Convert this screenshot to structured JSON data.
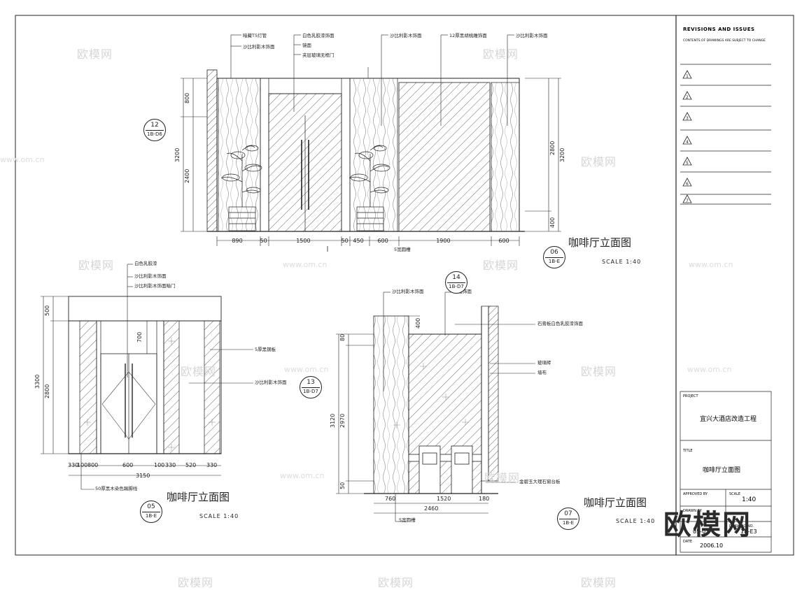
{
  "revisions": {
    "header": "REVISIONS AND ISSUES",
    "sub": "CONTENTS OF DRAWINGS ARE SUBJECT TO CHANGE",
    "marks": [
      "1",
      "2",
      "3",
      "4",
      "5",
      "6",
      "7"
    ]
  },
  "titleblock": {
    "project_label": "PROJECT",
    "project_name": "宜兴大酒店改造工程",
    "title_label": "TITLE",
    "title_name": "咖啡厅立面图",
    "approved_label": "APPROVED BY",
    "scale_label": "SCALE",
    "scale_value": "1:40",
    "drawn_label": "DRAWN BY",
    "sheet_label": "DRAWING NO.",
    "drawn_value": "05-03",
    "sheet_value": "1B-E3",
    "date_label": "DATE",
    "date_value": "2006.10"
  },
  "elev06": {
    "title": "咖啡厅立面图",
    "scale": "SCALE  1:40",
    "ref_num": "06",
    "ref_sheet": "1B-E",
    "callout_num": "12",
    "callout_sheet": "1B-D6",
    "labels": [
      "暗藏T5灯管",
      "沙比利影木饰面",
      "白色乳胶漆饰面",
      "镜面",
      "夹层玻璃无框门",
      "沙比利影木饰面",
      "12厚黑胡桃雕饰面",
      "沙比利影木饰面"
    ],
    "bottom_dims": [
      "890",
      "50",
      "1500",
      "50",
      "450",
      "600",
      "1900",
      "600"
    ],
    "left_dims": [
      "800",
      "3200",
      "2400"
    ],
    "right_dims": [
      "2800",
      "3200",
      "400"
    ],
    "bottom_note": "5宽圆槽"
  },
  "elev05": {
    "title": "咖啡厅立面图",
    "scale": "SCALE  1:40",
    "ref_num": "05",
    "ref_sheet": "1B-E",
    "labels_top": [
      "白色乳胶漆",
      "沙比利影木饰面",
      "沙比利影木饰面暗门"
    ],
    "labels_right": [
      "5厚黑钢板",
      "沙比利影木饰面"
    ],
    "bottom_dims": [
      "330",
      "100",
      "800",
      "600",
      "100",
      "330",
      "520",
      "330"
    ],
    "total_dim": "3150",
    "left_dims": [
      "500",
      "3300",
      "2800"
    ],
    "inner_dim": "700",
    "bottom_note": "50厚黑木染色踢脚线"
  },
  "elev07": {
    "title": "咖啡厅立面图",
    "scale": "SCALE  1:40",
    "ref_num": "07",
    "ref_sheet": "1B-E",
    "callout_top_num": "14",
    "callout_top_sheet": "1B-D7",
    "callout_left_num": "13",
    "callout_left_sheet": "1B-D7",
    "labels_top": [
      "沙比利影木饰面",
      "镜面饰面"
    ],
    "labels_right": [
      "石膏板白色乳胶漆饰面",
      "玻璃砖",
      "墙布",
      "金碧玉大理石窗台板"
    ],
    "top_dim": "400",
    "left_dims": [
      "3120",
      "2970",
      "80",
      "50"
    ],
    "bottom_dims": [
      "760",
      "1520",
      "180"
    ],
    "total_dim": "2460",
    "bottom_note": "5宽圆槽"
  },
  "watermarks": {
    "text": "欧模网",
    "url": "www.om.cn",
    "logo": "欧模网"
  }
}
